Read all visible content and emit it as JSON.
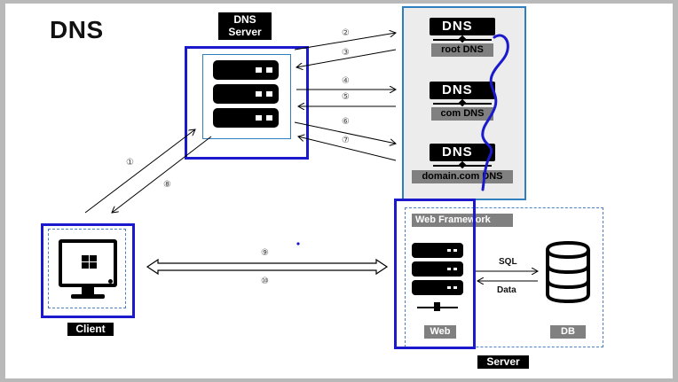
{
  "title": "DNS",
  "dns_server": {
    "label": "DNS\nServer"
  },
  "dns_servers": [
    {
      "logo": "DNS",
      "label": "root DNS"
    },
    {
      "logo": "DNS",
      "label": "com DNS"
    },
    {
      "logo": "DNS",
      "label": "domain.com DNS"
    }
  ],
  "client": {
    "label": "Client"
  },
  "server": {
    "label": "Server",
    "framework_label": "Web Framework",
    "web_label": "Web",
    "db_label": "DB",
    "sql_label": "SQL",
    "data_label": "Data"
  },
  "steps": [
    "①",
    "②",
    "③",
    "④",
    "⑤",
    "⑥",
    "⑦",
    "⑧",
    "⑨",
    "⑩"
  ],
  "colors": {
    "highlight": "#1a1acc",
    "panel_border": "#2f7fbf",
    "dashed": "#4f7fbf",
    "panel_bg": "#ececec"
  }
}
